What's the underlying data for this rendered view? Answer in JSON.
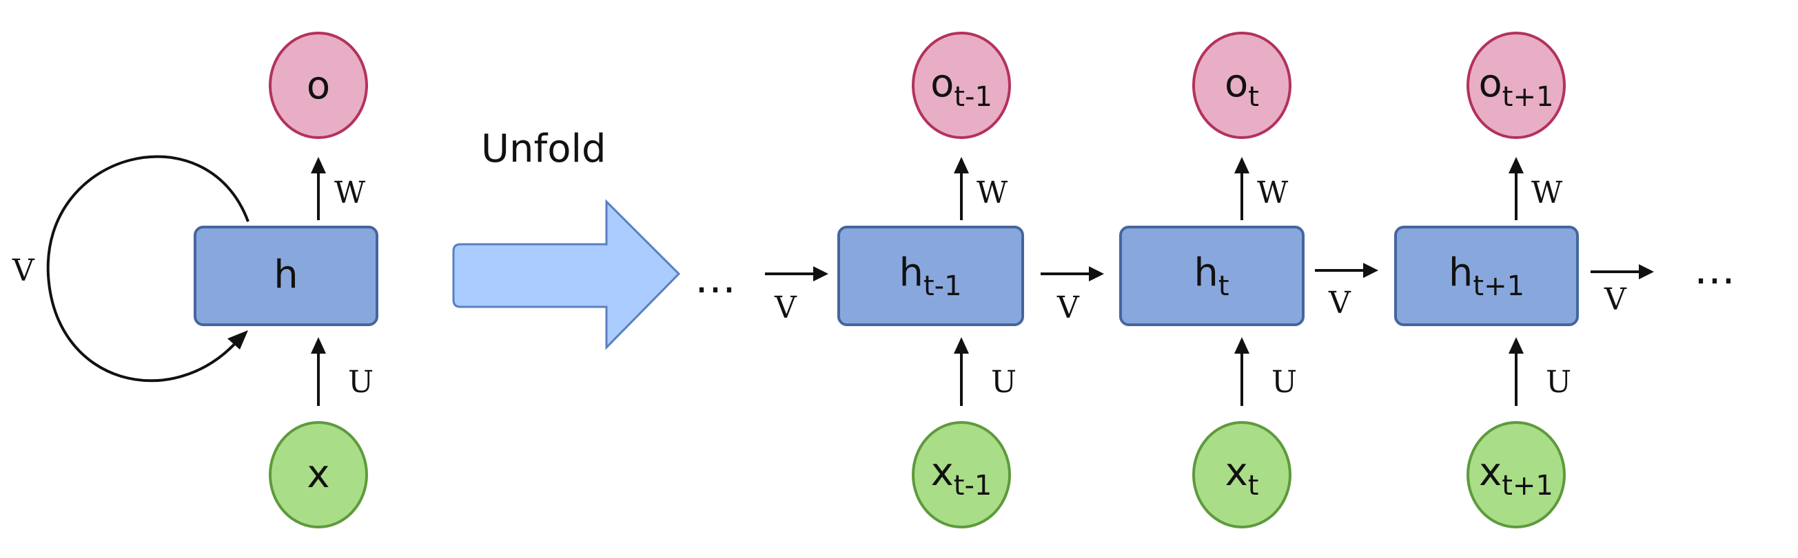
{
  "folded": {
    "output": "o",
    "hidden": "h",
    "input": "x",
    "weight_w": "W",
    "weight_u": "U",
    "weight_v": "V"
  },
  "unfold_label": "Unfold",
  "ellipsis_left": "…",
  "ellipsis_right": "…",
  "unfolded": {
    "steps": [
      {
        "output": "o",
        "output_sub": "t-1",
        "hidden": "h",
        "hidden_sub": "t-1",
        "input": "x",
        "input_sub": "t-1",
        "weight_w": "W",
        "weight_u": "U"
      },
      {
        "output": "o",
        "output_sub": "t",
        "hidden": "h",
        "hidden_sub": "t",
        "input": "x",
        "input_sub": "t",
        "weight_w": "W",
        "weight_u": "U"
      },
      {
        "output": "o",
        "output_sub": "t+1",
        "hidden": "h",
        "hidden_sub": "t+1",
        "input": "x",
        "input_sub": "t+1",
        "weight_w": "W",
        "weight_u": "U"
      }
    ],
    "v_labels": [
      "V",
      "V",
      "V",
      "V"
    ]
  }
}
